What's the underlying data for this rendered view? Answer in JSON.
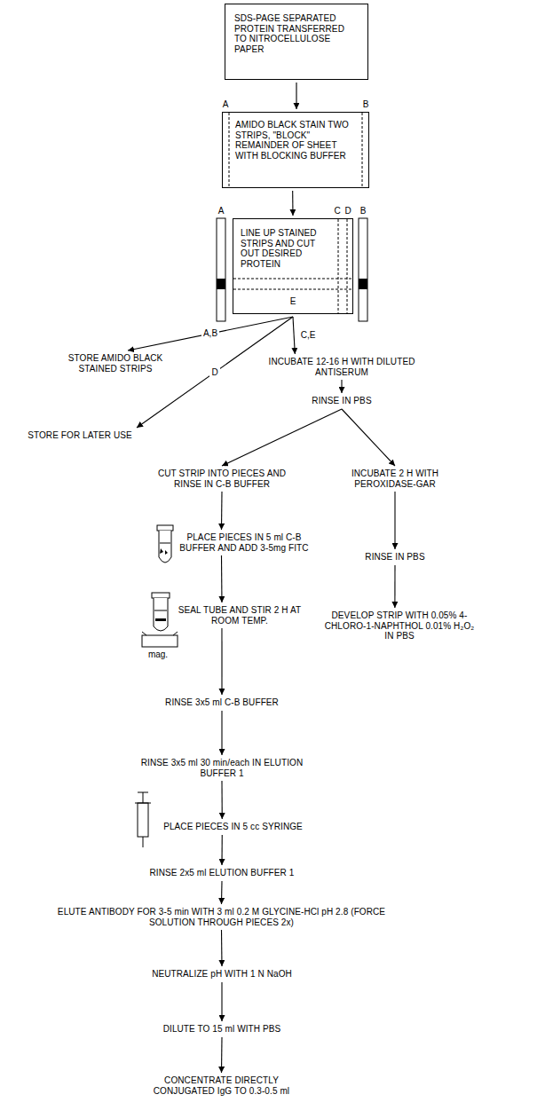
{
  "diagram": {
    "nodes": [
      {
        "text": [
          "SDS-PAGE SEPARATED PROTEIN TRANSFERRED TO NITROCELLULOSE PAPER"
        ]
      },
      {
        "text": [
          "AMIDO BLACK STAIN TWO STRIPS, \"BLOCK\" REMAINDER OF SHEET WITH BLOCKING BUFFER"
        ]
      },
      {
        "text": [
          "LINE UP STAINED STRIPS AND CUT OUT DESIRED PROTEIN"
        ]
      },
      {
        "text": [
          "STORE AMIDO BLACK STAINED STRIPS"
        ]
      },
      {
        "text": [
          "STORE FOR LATER USE"
        ]
      },
      {
        "text": [
          "INCUBATE 12-16 H WITH DILUTED ANTISERUM"
        ]
      },
      {
        "text": [
          "RINSE IN PBS"
        ]
      },
      {
        "text": [
          "CUT STRIP INTO PIECES AND RINSE IN C-B BUFFER"
        ]
      },
      {
        "text": [
          "INCUBATE 2 H WITH PEROXIDASE-GAR"
        ]
      },
      {
        "text": [
          "PLACE PIECES IN 5 ml C-B BUFFER AND ADD 3-5mg FITC"
        ]
      },
      {
        "text": [
          "RINSE IN PBS"
        ]
      },
      {
        "text": [
          "SEAL TUBE AND STIR 2 H AT ROOM TEMP."
        ]
      },
      {
        "text": [
          "DEVELOP STRIP WITH 0.05% 4-CHLORO-1-NAPHTHOL 0.01% H₂O₂ IN PBS"
        ]
      },
      {
        "text": [
          "RINSE 3x5 ml C-B BUFFER"
        ]
      },
      {
        "text": [
          "RINSE 3x5 ml 30 min/each IN ELUTION BUFFER 1"
        ]
      },
      {
        "text": [
          "PLACE PIECES IN 5 cc SYRINGE"
        ]
      },
      {
        "text": [
          "RINSE 2x5 ml ELUTION BUFFER 1"
        ]
      },
      {
        "text": [
          "ELUTE ANTIBODY FOR 3-5 min WITH 3 ml 0.2 M GLYCINE-HCl pH 2.8 (FORCE SOLUTION THROUGH PIECES 2x)"
        ]
      },
      {
        "text": [
          "NEUTRALIZE pH WITH 1 N NaOH"
        ]
      },
      {
        "text": [
          "DILUTE TO 15 ml WITH PBS"
        ]
      },
      {
        "text": [
          "CONCENTRATE DIRECTLY CONJUGATED IgG TO 0.3-0.5 ml"
        ]
      }
    ],
    "edges": [
      {
        "from": 0,
        "to": 1,
        "arrow": "to"
      },
      {
        "from": 1,
        "to": 2,
        "arrow": "to"
      },
      {
        "from": 2,
        "to": 3,
        "label": "A,B",
        "arrow": "to"
      },
      {
        "from": 2,
        "to": 4,
        "label": "D",
        "arrow": "to"
      },
      {
        "from": 2,
        "to": 5,
        "label": "C,E",
        "arrow": "to"
      },
      {
        "from": 5,
        "to": 6,
        "arrow": "to"
      },
      {
        "from": 6,
        "to": 7,
        "arrow": "to"
      },
      {
        "from": 6,
        "to": 8,
        "arrow": "to"
      },
      {
        "from": 7,
        "to": 9,
        "arrow": "to"
      },
      {
        "from": 8,
        "to": 10,
        "arrow": "to"
      },
      {
        "from": 9,
        "to": 11,
        "arrow": "to"
      },
      {
        "from": 10,
        "to": 12,
        "arrow": "to"
      },
      {
        "from": 11,
        "to": 13,
        "arrow": "to"
      },
      {
        "from": 13,
        "to": 14,
        "arrow": "to"
      },
      {
        "from": 14,
        "to": 15,
        "arrow": "to"
      },
      {
        "from": 15,
        "to": 16,
        "arrow": "to"
      },
      {
        "from": 16,
        "to": 17,
        "arrow": "to"
      },
      {
        "from": 17,
        "to": 18,
        "arrow": "to"
      },
      {
        "from": 18,
        "to": 19,
        "arrow": "to"
      },
      {
        "from": 19,
        "to": 20,
        "arrow": "to"
      }
    ],
    "labels": [
      "A",
      "B",
      "A",
      "C",
      "D",
      "B",
      "E",
      "mag."
    ]
  }
}
